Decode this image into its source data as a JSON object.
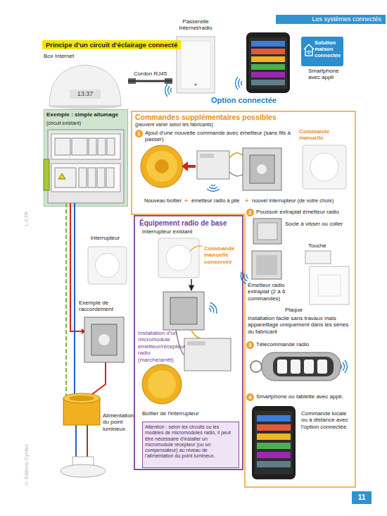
{
  "diagram": {
    "title": "Principe d'un circuit d'éclairage connecté",
    "nodes": [
      {
        "text": [
          "Box Internet"
        ]
      },
      {
        "text": [
          "Passerelle Internet/radio"
        ]
      },
      {
        "text": [
          "Smartphone avec appli"
        ]
      },
      {
        "text": [
          "Solution maison connectée"
        ]
      },
      {
        "text": [
          "Exemple : simple allumage",
          "(circuit existant)"
        ]
      },
      {
        "text": [
          "Commandes supplémentaires possibles",
          "(peuvent varier selon les fabricants)"
        ]
      },
      {
        "text": [
          "Commande manuelle"
        ],
        "in": 5
      },
      {
        "text": [
          "Équipement radio de base"
        ]
      },
      {
        "text": [
          "Interrupteur existant",
          "Commande manuelle conservée"
        ],
        "in": 7
      },
      {
        "text": [
          "Boîtier de l'interrupteur"
        ],
        "in": 7
      },
      {
        "text": [
          "Attention : selon les circuits ou les modèles de micromodules radio, il peut être nécessaire d'installer un micromodule récepteur (ou un compensateur) au niveau de l'alimentation du point lumineux."
        ],
        "in": 7
      },
      {
        "text": [
          "Interrupteur"
        ]
      },
      {
        "text": [
          "Exemple de raccordement"
        ]
      },
      {
        "text": [
          "Alimentation du point lumineux"
        ]
      }
    ],
    "edges": [
      {
        "from": 0,
        "to": 1,
        "label": "Cordon RJ45",
        "arrow": "none"
      },
      {
        "from": 8,
        "to": 9,
        "arrow": "to"
      }
    ],
    "labels": [
      "Les systèmes connectés",
      "13:37",
      "Option connectée",
      "1",
      "Ajout d'une nouvelle commande avec émetteur (sans fils à passer)",
      "Nouveau boîtier",
      "+",
      "émetteur radio à pile",
      "+",
      "nouvel interrupteur (de votre choix)",
      "2",
      "Poussoir extraplat émetteur radio",
      "Socle à visser ou coller",
      "Touche",
      "Émetteur radio extraplat (2 à 6 commandes)",
      "Plaque",
      "Installation facile sans travaux mais appareillage uniquement dans les séries du fabricant",
      "3",
      "Télécommande radio",
      "4",
      "Smartphone ou tablette avec appli.",
      "Commande locale ou à distance avec l'option connectée.",
      "Installation d'un micromodule émetteur/récepteur radio (marche/arrêt)",
      "L-CTR",
      "© Éditions Cyrilles",
      "11"
    ]
  }
}
